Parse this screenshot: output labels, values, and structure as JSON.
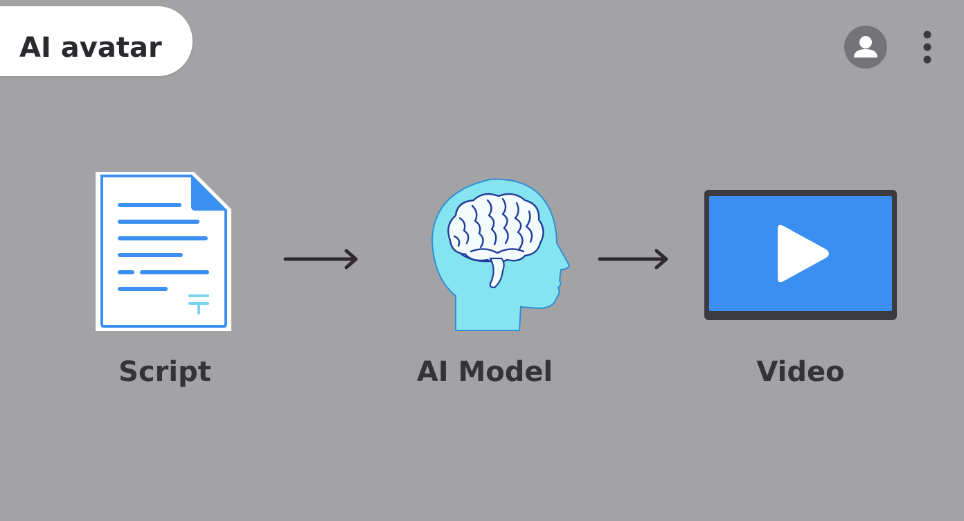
{
  "header": {
    "title": "AI avatar",
    "profile_icon": "user-avatar-icon",
    "menu_icon": "more-vert-icon"
  },
  "flow": {
    "nodes": [
      {
        "label": "Script",
        "icon": "document-icon"
      },
      {
        "label": "AI Model",
        "icon": "brain-head-icon"
      },
      {
        "label": "Video",
        "icon": "video-play-icon"
      }
    ],
    "connector_icon": "arrow-right-icon"
  },
  "colors": {
    "background": "#a3a3a6",
    "accent_blue": "#3b8ff0",
    "light_cyan": "#86e3f0",
    "text_dark": "#333338"
  }
}
